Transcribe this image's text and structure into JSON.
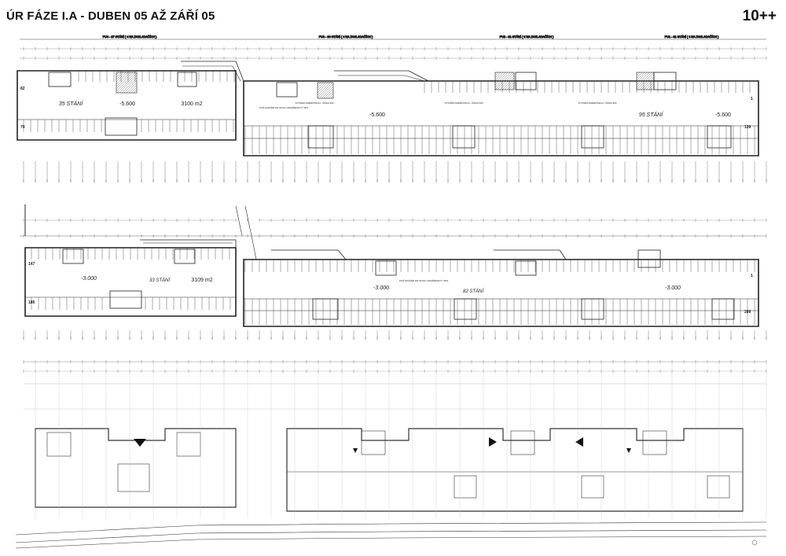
{
  "header": {
    "title": "ÚR FÁZE I.A - DUBEN 05 AŽ ZÁŘÍ 05",
    "logo": "10++"
  },
  "plan_upper": {
    "sections": [
      "PU4 - 37 STÁNÍ ( 4 NA ZAKLADAČÍCH )",
      "PU3 - 30 STÁNÍ ( 4 NA ZAKLADAČÍCH )",
      "PU2 - 21 STÁNÍ ( 6 NA ZAKLADAČÍCH )",
      "PU1 - 31 STÁNÍ ( 4 NA ZAKLADAČÍCH )"
    ],
    "left_block": {
      "stani": "35 STÁNÍ",
      "level": "-5.600",
      "area": "3100 m2"
    },
    "right_block": {
      "stani": "95 STÁNÍ",
      "level_a": "-5.600",
      "level_b": "-5.600"
    },
    "system_note": "SYSTÉM KREMOTECH - ŘADA 300",
    "pipe_note": "POŽ.UZÁVĚR DN 90 DO UZAVŘENOVÝ OPS",
    "row_numbers": [
      "82",
      "79",
      "1",
      "139"
    ]
  },
  "plan_middle": {
    "left_block": {
      "stani": "33 STÁNÍ",
      "level": "-3.000",
      "area": "3109 m2"
    },
    "right_block": {
      "stani": "82 STÁNÍ",
      "level_a": "-3.000",
      "level_b": "-3.000"
    },
    "pipe_note": "POŽ.UZÁVĚR DN 90 DO UZAVŘENOVÝ OPS",
    "row_numbers": [
      "147",
      "186",
      "1",
      "289"
    ]
  },
  "plan_lower": {
    "label": ""
  }
}
